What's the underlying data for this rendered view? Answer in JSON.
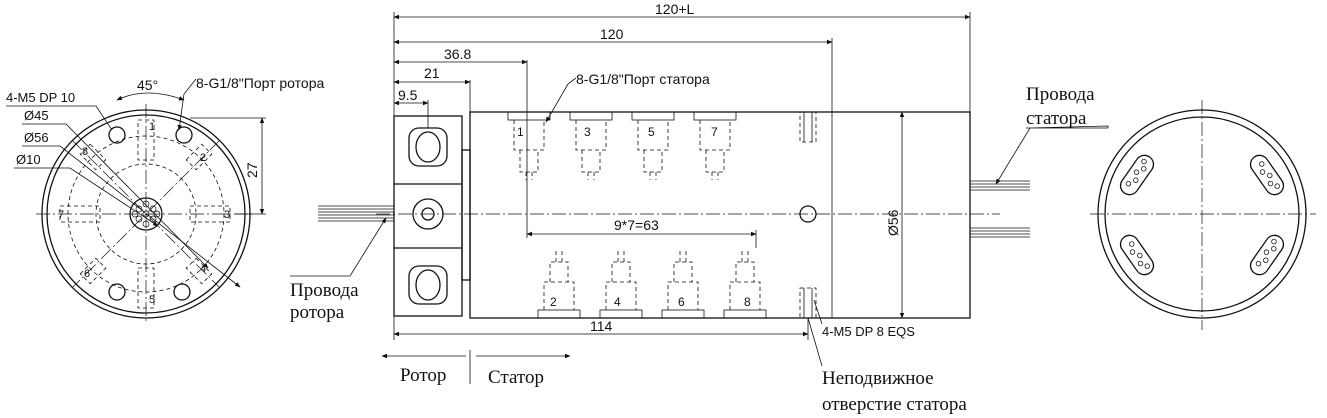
{
  "front_view": {
    "angle_label": "45°",
    "port_rotor_label": "8-G1/8\"Порт ротора",
    "bolt_label": "4-M5 DP 10",
    "d45_label": "Ø45",
    "d56_label": "Ø56",
    "d10_label": "Ø10",
    "height_label": "27",
    "port_numbers": [
      "1",
      "2",
      "3",
      "4",
      "5",
      "6",
      "7",
      "8"
    ]
  },
  "side_view": {
    "total_label": "120+L",
    "body_label": "120",
    "d36_label": "36.8",
    "d21_label": "21",
    "d95_label": "9.5",
    "port_stator_label": "8-G1/8\"Порт статора",
    "pitch_label": "9*7=63",
    "diameter_label": "Ø56",
    "length_label": "114",
    "stator_bolt_label": "4-M5 DP 8 EQS",
    "top_ports": [
      "1",
      "3",
      "5",
      "7"
    ],
    "bottom_ports": [
      "2",
      "4",
      "6",
      "8"
    ]
  },
  "labels": {
    "rotor_wires_1": "Провода",
    "rotor_wires_2": "ротора",
    "stator_wires_1": "Провода",
    "stator_wires_2": "статора",
    "rotor": "Ротор",
    "stator": "Статор",
    "fixed_hole_1": "Неподвижное",
    "fixed_hole_2": "отверстие статора"
  }
}
